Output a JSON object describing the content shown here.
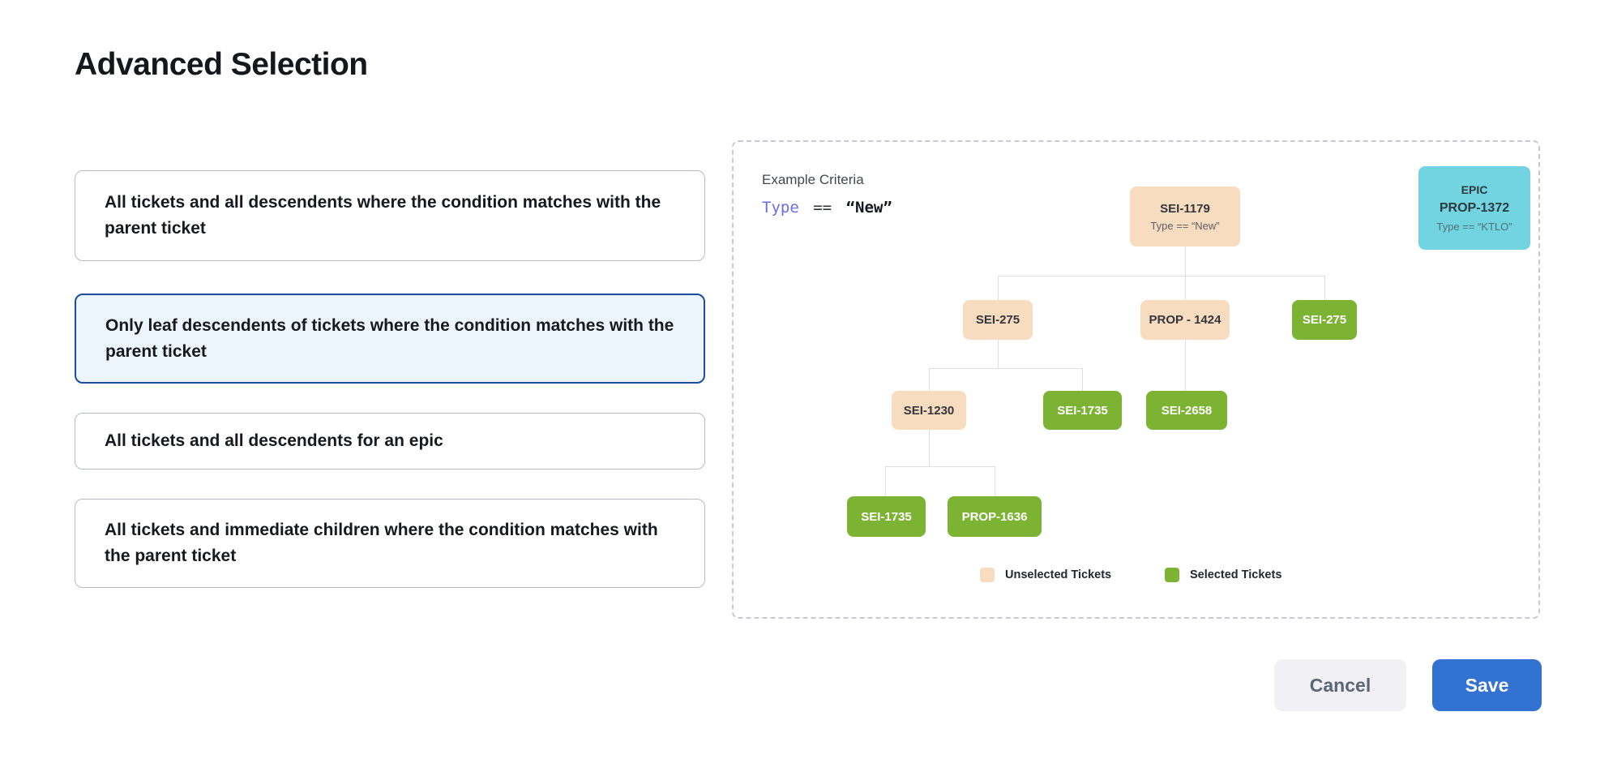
{
  "page": {
    "title": "Advanced Selection"
  },
  "options": [
    {
      "label": "All tickets and all descendents where the condition matches with the parent ticket",
      "selected": false
    },
    {
      "label": "Only leaf descendents of tickets where the condition matches with the parent ticket",
      "selected": true
    },
    {
      "label": "All tickets and all descendents for an epic",
      "selected": false
    },
    {
      "label": "All tickets and immediate children where the condition matches with the parent ticket",
      "selected": false
    }
  ],
  "example_panel": {
    "heading": "Example Criteria",
    "criteria": {
      "field": "Type",
      "operator": "==",
      "value": "“New”"
    },
    "epic_card": {
      "line1": "EPIC",
      "line2": "PROP-1372",
      "condition": "Type == “KTLO”"
    },
    "tree": {
      "root": {
        "label": "SEI-1179",
        "condition": "Type == “New”",
        "state": "unselected"
      },
      "level2": [
        {
          "label": "SEI-275",
          "state": "unselected"
        },
        {
          "label": "PROP - 1424",
          "state": "unselected"
        },
        {
          "label": "SEI-275",
          "state": "selected"
        }
      ],
      "level3": [
        {
          "label": "SEI-1230",
          "state": "unselected"
        },
        {
          "label": "SEI-1735",
          "state": "selected"
        },
        {
          "label": "SEI-2658",
          "state": "selected"
        }
      ],
      "level4": [
        {
          "label": "SEI-1735",
          "state": "selected"
        },
        {
          "label": "PROP-1636",
          "state": "selected"
        }
      ]
    },
    "legend": [
      {
        "label": "Unselected Tickets",
        "color": "#f8dcc0"
      },
      {
        "label": "Selected Tickets",
        "color": "#7cb332"
      }
    ]
  },
  "footer": {
    "cancel_label": "Cancel",
    "save_label": "Save"
  },
  "colors": {
    "unselected_ticket": "#f8dcc0",
    "selected_ticket": "#7cb332",
    "epic_card": "#71d4e0",
    "selected_option_border": "#1c4d9e",
    "selected_option_bg": "#ecf5fc",
    "save_button": "#3272d0",
    "criteria_field": "#6a6cf0"
  }
}
